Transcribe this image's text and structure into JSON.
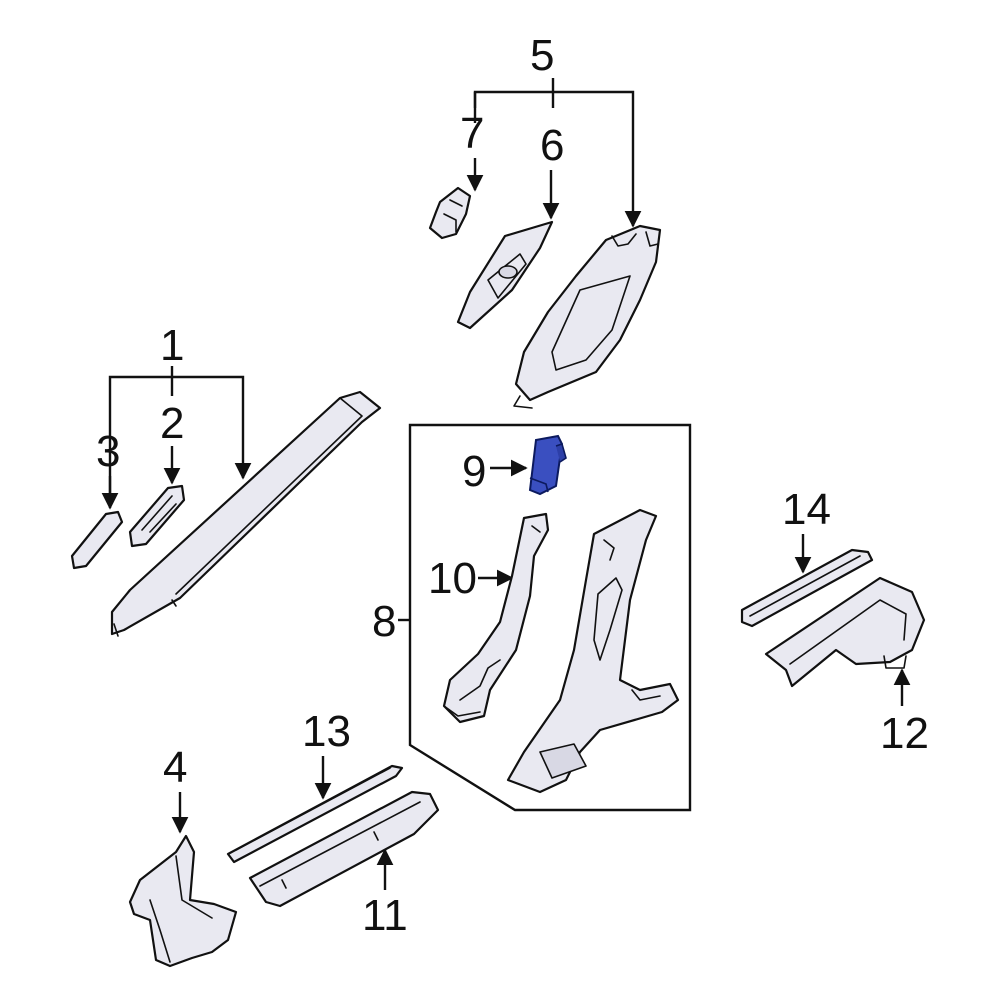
{
  "callouts": {
    "c1": "1",
    "c2": "2",
    "c3": "3",
    "c4": "4",
    "c5": "5",
    "c6": "6",
    "c7": "7",
    "c8": "8",
    "c9": "9",
    "c10": "10",
    "c11": "11",
    "c12": "12",
    "c13": "13",
    "c14": "14"
  },
  "colors": {
    "line": "#111111",
    "part_fill": "#e9e9f1",
    "highlight": "#3a4fc0"
  }
}
